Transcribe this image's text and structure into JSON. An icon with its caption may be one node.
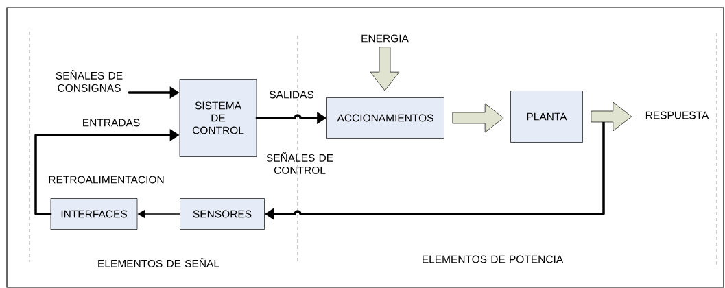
{
  "diagram": {
    "nodes": [
      {
        "text": [
          "SEÑALES DE CONSIGNAS"
        ]
      },
      {
        "text": [
          "SISTEMA DE CONTROL"
        ]
      },
      {
        "text": [
          "ACCIONAMIENTOS"
        ]
      },
      {
        "text": [
          "PLANTA"
        ]
      },
      {
        "text": [
          "RESPUESTA"
        ]
      },
      {
        "text": [
          "ENERGIA"
        ]
      },
      {
        "text": [
          "INTERFACES"
        ]
      },
      {
        "text": [
          "SENSORES"
        ]
      }
    ],
    "edges": [
      {
        "from": 0,
        "to": 1,
        "arrow": "to"
      },
      {
        "from": 1,
        "to": 2,
        "arrow": "to",
        "label": "SALIDAS"
      },
      {
        "from": 2,
        "to": 3,
        "arrow": "to",
        "color": "#dfe3cf"
      },
      {
        "from": 3,
        "to": 4,
        "arrow": "to",
        "color": "#dfe3cf"
      },
      {
        "from": 5,
        "to": 2,
        "arrow": "to",
        "color": "#dfe3cf"
      },
      {
        "from": 3,
        "to": 7,
        "arrow": "to"
      },
      {
        "from": 7,
        "to": 6,
        "arrow": "to"
      },
      {
        "from": 6,
        "to": 1,
        "arrow": "to",
        "label": "ENTRADAS"
      }
    ],
    "labels": [
      "SEÑALES DE CONTROL",
      "RETROALIMENTACION",
      "ELEMENTOS DE SEÑAL",
      "ELEMENTOS DE POTENCIA"
    ]
  }
}
